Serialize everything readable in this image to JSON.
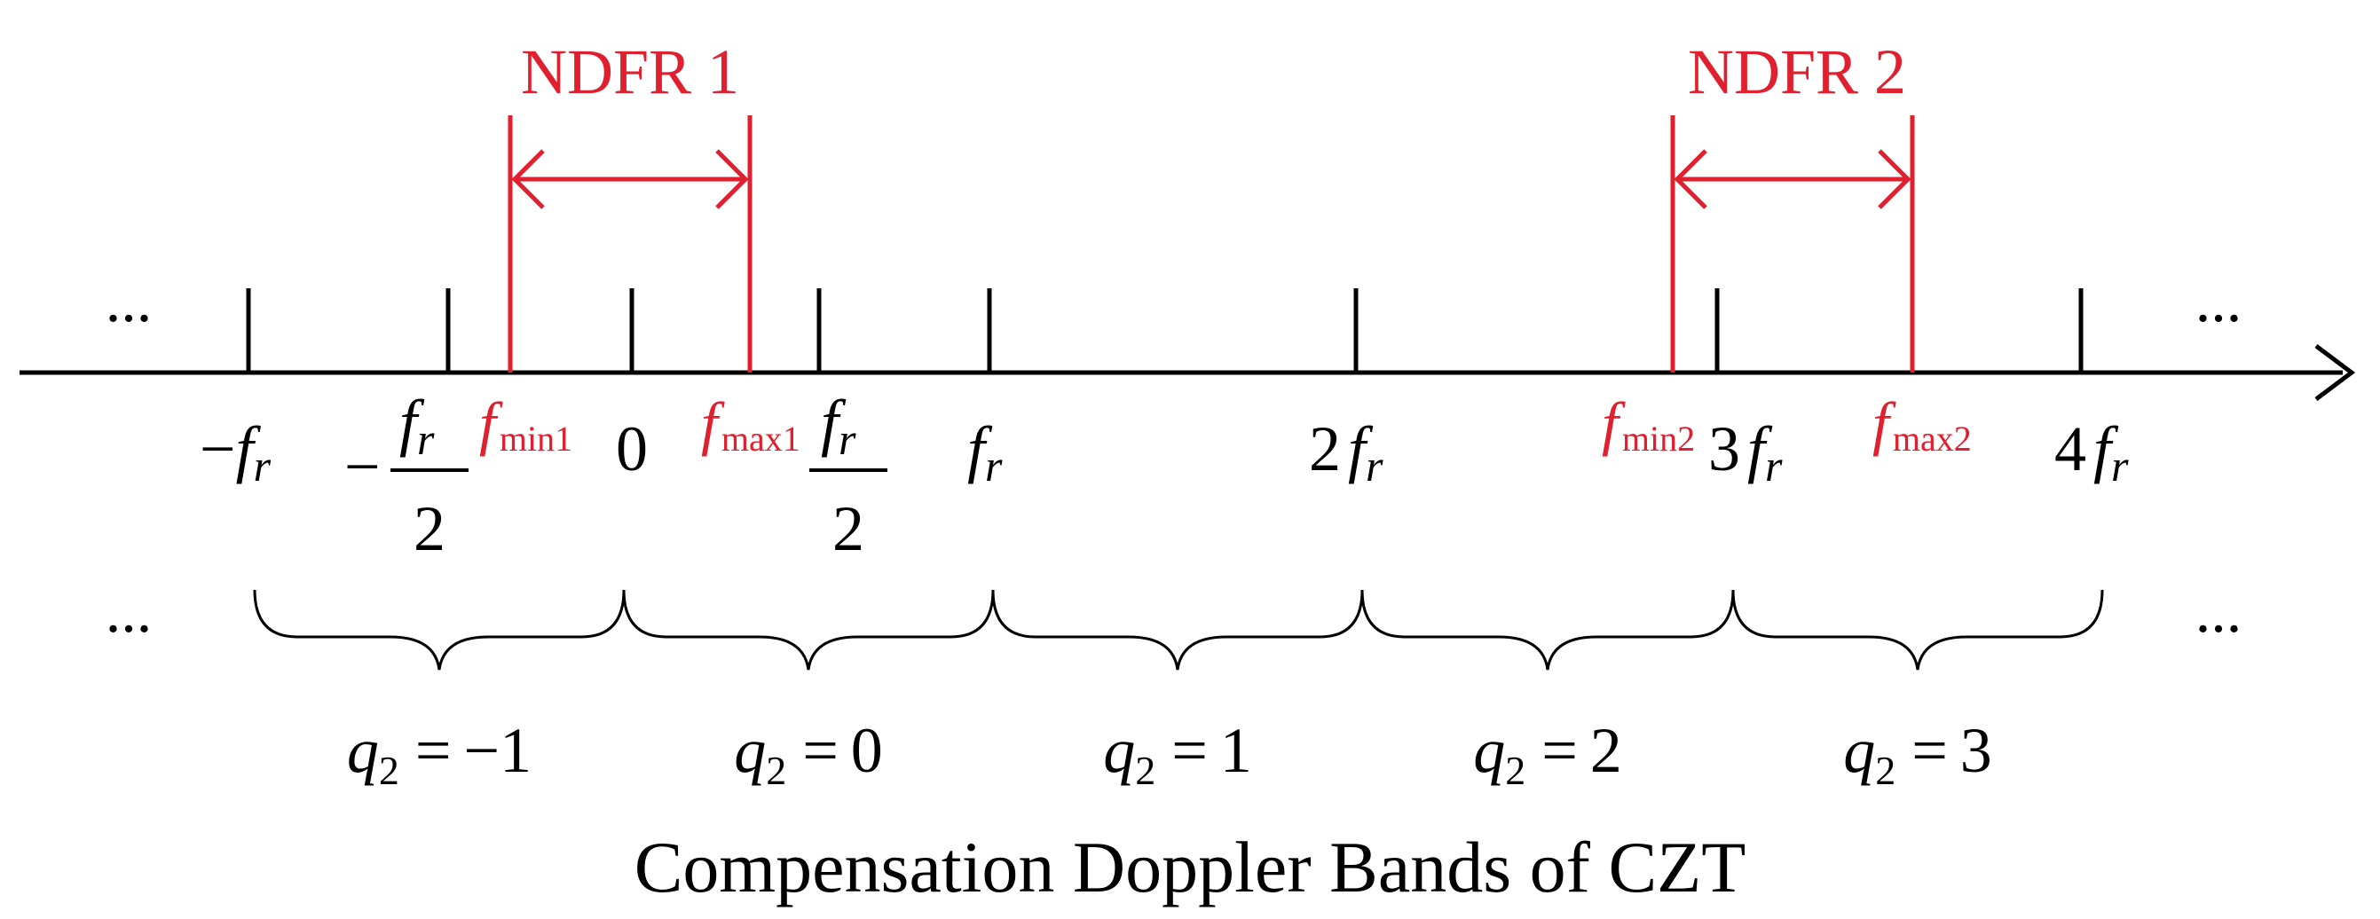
{
  "ellipsis": "...",
  "axis": {
    "neg_fr": {
      "sign": "−",
      "f": "f",
      "sub": "r"
    },
    "neg_half_fr": {
      "sign": "−",
      "f": "f",
      "sub": "r",
      "den": "2"
    },
    "zero": "0",
    "half_fr": {
      "f": "f",
      "sub": "r",
      "den": "2"
    },
    "fr": {
      "f": "f",
      "sub": "r"
    },
    "two_fr": {
      "coef": "2",
      "f": "f",
      "sub": "r"
    },
    "three_fr": {
      "coef": "3",
      "f": "f",
      "sub": "r"
    },
    "four_fr": {
      "coef": "4",
      "f": "f",
      "sub": "r"
    }
  },
  "ndfr": [
    {
      "title": "NDFR 1",
      "fmin": {
        "f": "f",
        "sub": "min1"
      },
      "fmax": {
        "f": "f",
        "sub": "max1"
      }
    },
    {
      "title": "NDFR 2",
      "fmin": {
        "f": "f",
        "sub": "min2"
      },
      "fmax": {
        "f": "f",
        "sub": "max2"
      }
    }
  ],
  "bands": [
    {
      "q": "q",
      "sub": "2",
      "eq": "=",
      "value": "−1"
    },
    {
      "q": "q",
      "sub": "2",
      "eq": "=",
      "value": "0"
    },
    {
      "q": "q",
      "sub": "2",
      "eq": "=",
      "value": "1"
    },
    {
      "q": "q",
      "sub": "2",
      "eq": "=",
      "value": "2"
    },
    {
      "q": "q",
      "sub": "2",
      "eq": "=",
      "value": "3"
    }
  ],
  "caption": "Compensation Doppler Bands of CZT",
  "colors": {
    "ink": "#000000",
    "accent": "#e0202e"
  }
}
